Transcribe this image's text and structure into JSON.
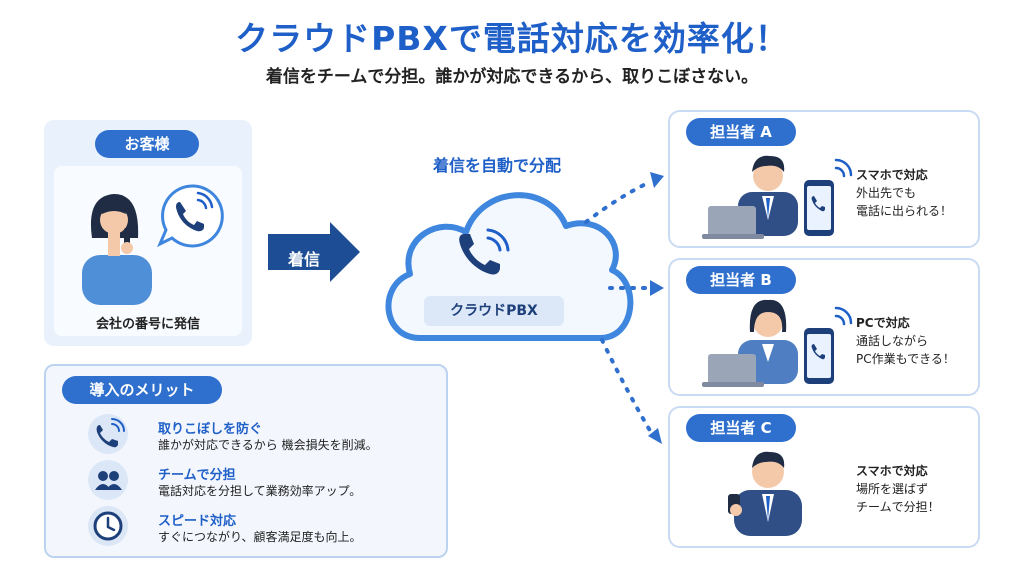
{
  "header": {
    "title": "クラウドPBXで電話対応を効率化！",
    "subtitle": "着信をチームで分担。誰かが対応できるから、取りこぼさない。"
  },
  "customer": {
    "label": "お客様",
    "caption": "会社の番号に発信"
  },
  "flow": {
    "arrow_label": "着信",
    "distribute_label": "着信を自動で分配",
    "pbx_label": "クラウドPBX"
  },
  "benefits": {
    "label": "導入のメリット",
    "items": [
      {
        "title": "取りこぼしを防ぐ",
        "desc": "誰かが対応できるから 機会損失を削減。",
        "icon": "phone-icon"
      },
      {
        "title": "チームで分担",
        "desc": "電話対応を分担して業務効率アップ。",
        "icon": "team-icon"
      },
      {
        "title": "スピード対応",
        "desc": "すぐにつながり、顧客満足度も向上。",
        "icon": "clock-icon"
      }
    ]
  },
  "staff": [
    {
      "label": "担当者 A",
      "title": "スマホで対応",
      "desc_line1": "外出先でも",
      "desc_line2": "電話に出られる！"
    },
    {
      "label": "担当者 B",
      "title": "PCで対応",
      "desc_line1": "通話しながら",
      "desc_line2": "PC作業もできる！"
    },
    {
      "label": "担当者 C",
      "title": "スマホで対応",
      "desc_line1": "場所を選ばず",
      "desc_line2": "チームで分担！"
    }
  ],
  "colors": {
    "primary": "#1f5fc8",
    "pill": "#2f6fce",
    "dark_navy": "#1d3f7a",
    "panel_bg": "#e9f1fc"
  }
}
